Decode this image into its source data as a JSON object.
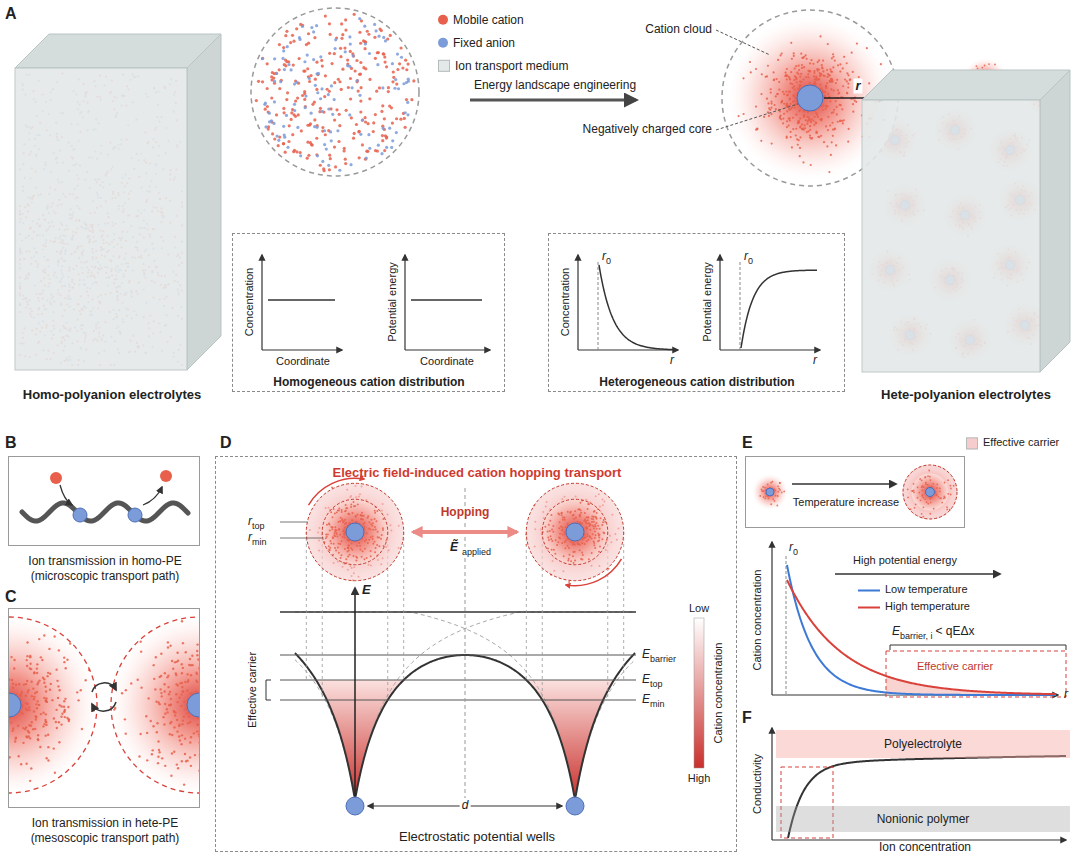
{
  "diagram": {
    "nodes": [
      {
        "text": [
          "Homogeneous cation distribution"
        ]
      },
      {
        "text": [
          "Heterogeneous cation distribution"
        ]
      },
      {
        "text": [
          "Ion transmission in homo-PE (microscopic transport path)"
        ]
      },
      {
        "text": [
          "Ion transmission in hete-PE (mesoscopic transport path)"
        ]
      },
      {
        "text": [
          "Electric field-induced cation hopping transport",
          "Electrostatic potential wells"
        ]
      },
      {
        "text": [
          "Temperature increase"
        ]
      },
      {
        "text": [
          "Polyelectrolyte"
        ]
      },
      {
        "text": [
          "Nonionic polymer"
        ]
      }
    ],
    "labels": [
      "A",
      "Energy landscape engineering",
      "Cation cloud",
      "Negatively charged core",
      "r",
      "Homo-polyanion electrolytes",
      "Hete-polyanion electrolytes",
      "Concentration",
      "Coordinate",
      "Potential energy",
      "Coordinate",
      "Concentration",
      "r",
      "r",
      "0",
      "Potential energy",
      "r",
      "r",
      "0",
      "B",
      "C",
      "D",
      "r",
      "top",
      "r",
      "min",
      "Hopping",
      "Ẽ",
      "applied",
      "E",
      "Effective carrier",
      "E",
      "barrier",
      "E",
      "top",
      "E",
      "min",
      "Cation concentration",
      "Low",
      "High",
      "d",
      "E",
      "r",
      "0",
      "High potential energy",
      "E",
      "barrier, i",
      "< qEΔx",
      "Effective carrier",
      "Cation concentration",
      "r",
      "F",
      "Conductivity",
      "Ion concentration"
    ],
    "legend": [
      {
        "text": "Mobile cation",
        "color": "#e8604c"
      },
      {
        "text": "Fixed anion",
        "color": "#7b9bd9"
      },
      {
        "text": "Ion transport medium",
        "color": "#e4e8e8"
      },
      {
        "text": "Effective carrier",
        "color": "#f6cccc"
      },
      {
        "text": "Low temperature"
      },
      {
        "text": "High temperature"
      }
    ]
  }
}
